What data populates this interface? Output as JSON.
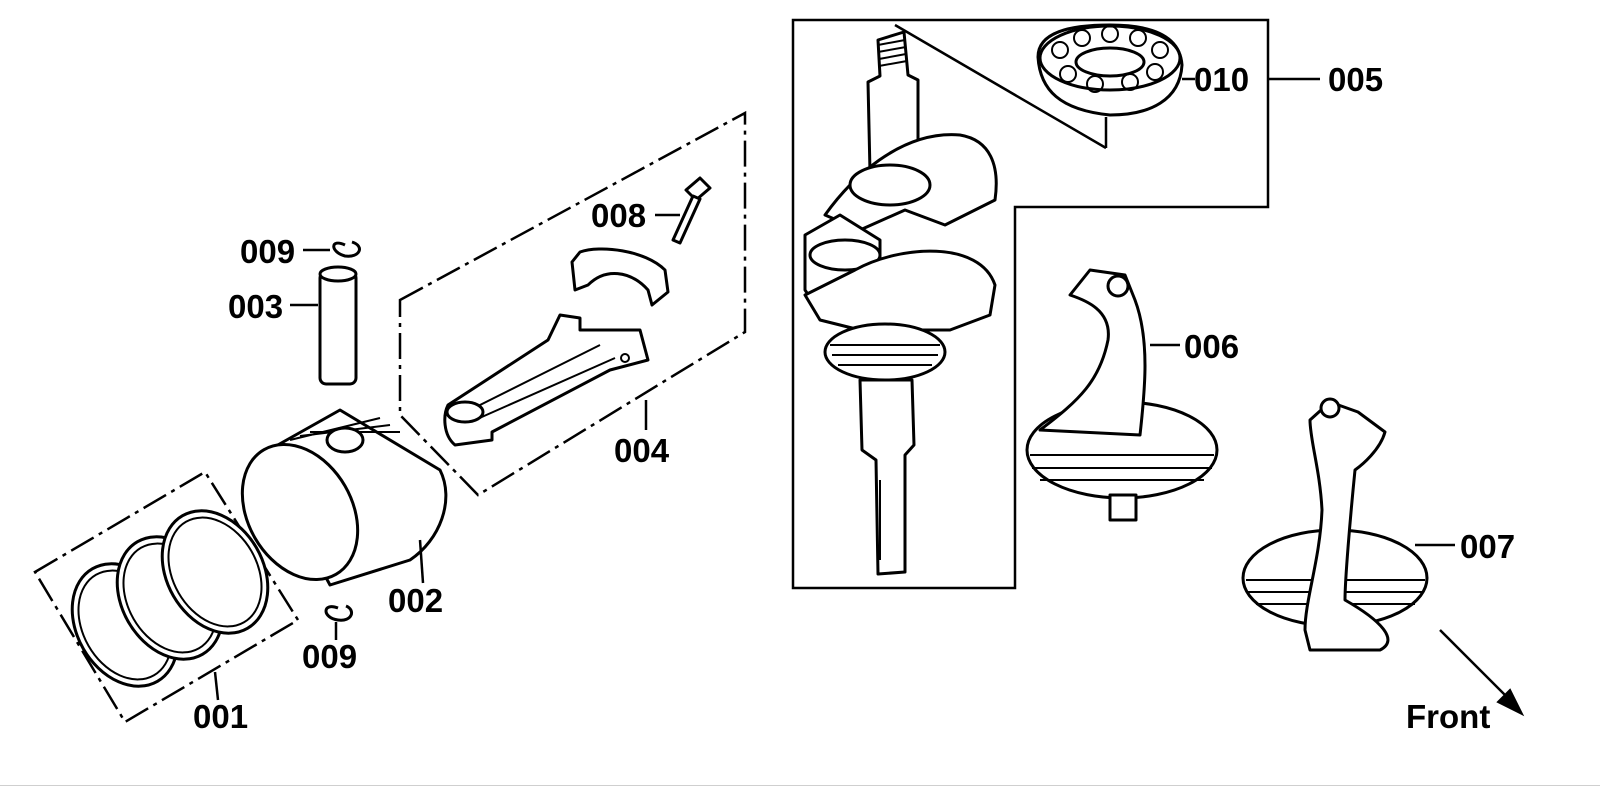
{
  "labels": {
    "p001": "001",
    "p002": "002",
    "p003": "003",
    "p004": "004",
    "p005": "005",
    "p006": "006",
    "p007": "007",
    "p008": "008",
    "p009_top": "009",
    "p009_bottom": "009",
    "p010": "010"
  },
  "direction": {
    "front_label": "Front"
  }
}
